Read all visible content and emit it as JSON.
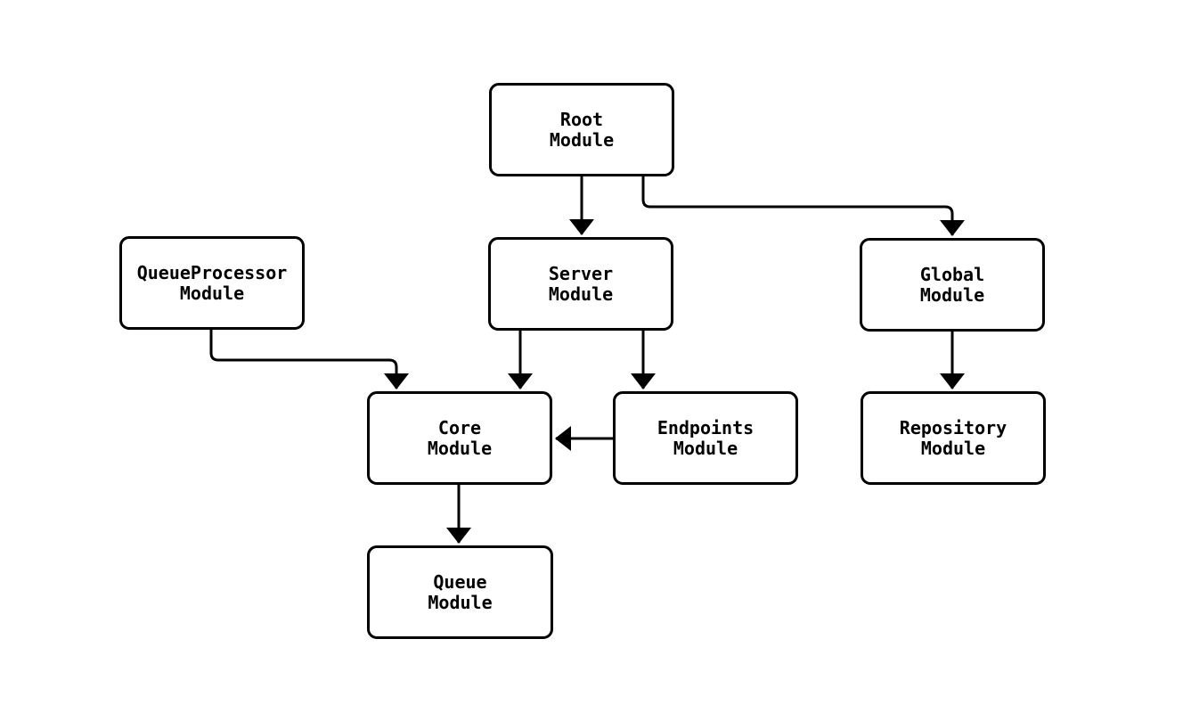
{
  "diagram": {
    "type": "module-dependency-flowchart",
    "background_color": "#ffffff",
    "stroke_color": "#000000",
    "text_color": "#000000",
    "nodes": [
      {
        "id": "root",
        "label": "Root\nModule"
      },
      {
        "id": "queueprocessor",
        "label": "QueueProcessor\nModule"
      },
      {
        "id": "server",
        "label": "Server\nModule"
      },
      {
        "id": "global",
        "label": "Global\nModule"
      },
      {
        "id": "core",
        "label": "Core\nModule"
      },
      {
        "id": "endpoints",
        "label": "Endpoints\nModule"
      },
      {
        "id": "repository",
        "label": "Repository\nModule"
      },
      {
        "id": "queue",
        "label": "Queue\nModule"
      }
    ],
    "edges": [
      {
        "from": "Root Module",
        "to": "Server Module"
      },
      {
        "from": "Root Module",
        "to": "Global Module"
      },
      {
        "from": "QueueProcessor Module",
        "to": "Core Module"
      },
      {
        "from": "Server Module",
        "to": "Core Module"
      },
      {
        "from": "Server Module",
        "to": "Endpoints Module"
      },
      {
        "from": "Endpoints Module",
        "to": "Core Module"
      },
      {
        "from": "Global Module",
        "to": "Repository Module"
      },
      {
        "from": "Core Module",
        "to": "Queue Module"
      }
    ]
  }
}
